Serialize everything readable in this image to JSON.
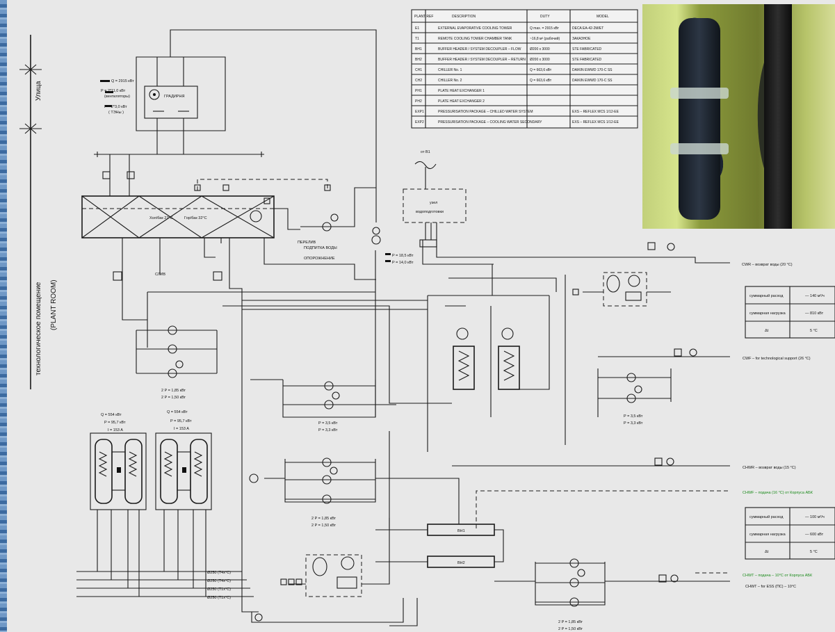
{
  "table": {
    "headers": [
      "PLANT REF",
      "DESCRIPTION",
      "DUTY",
      "MODEL"
    ],
    "rows": [
      [
        "E1",
        "EXTERNAL EVAPORATIVE COOLING TOWER",
        "Q max. = 2915 кВт",
        "DECA EA-42-2M/ET"
      ],
      [
        "T1",
        "REMOTE COOLING TOWER CHAMBER TANK",
        "~16,8 м³ (рабочий)",
        "ЗАКАЗНОЕ"
      ],
      [
        "BH1",
        "BUFFER HEADER / SYSTEM DECOUPLER – FLOW",
        "Ø200 x 3000",
        "STE FABRICATED"
      ],
      [
        "BH2",
        "BUFFER HEADER / SYSTEM DECOUPLER – RETURN",
        "Ø200 x 3000",
        "STE FABRICATED"
      ],
      [
        "CH1",
        "CHILLER No. 1",
        "Q = 663,6 кВт",
        "DAIKIN EWWD 170-C SS"
      ],
      [
        "CH2",
        "CHILLER No. 2",
        "Q = 663,6 кВт",
        "DAIKIN EWWD 170-C SS"
      ],
      [
        "PH1",
        "PLATE HEAT EXCHANGER 1",
        "",
        ""
      ],
      [
        "PH2",
        "PLATE HEAT EXCHANGER 2",
        "",
        ""
      ],
      [
        "EXP1",
        "PRESSURISATION PACKAGE – CHILLED WATER SYSTEM",
        "",
        "EXS – REFLEX MCS 1/12-EE"
      ],
      [
        "EXP2",
        "PRESSURISATION PACKAGE – COOLING WATER SECONDARY",
        "",
        "EXS – REFLEX MCS 1/12-EE"
      ]
    ]
  },
  "side_label": {
    "line1": "технологическое помещение",
    "line2": "(PLANT ROOM)"
  },
  "outdoor_label": "Улица",
  "tower": {
    "name": "ГРАДИРНЯ",
    "q": "Q = 2915 кВт",
    "p1": "P = 2*11,0 кВт",
    "p1b": "(вентиляторы)",
    "p2": "P = 2*3,0 кВт",
    "p2b": "( ТЭНы )"
  },
  "tank": {
    "left": "Хол/бак 27°C",
    "right": "Гор/бак 32°C",
    "overflow": "ПЕРЕЛИВ",
    "drain": "СЛИВ",
    "fill1": "ПОДПИТКА ВОДЫ",
    "fill2": "ОПОРОЖНЕНИЕ"
  },
  "make_up": {
    "ref": "от В1",
    "box1": "узел",
    "box2": "водоподготовки"
  },
  "pump_tower": {
    "p1": "P = 18,5 кВт",
    "p2": "P = 14,0 кВт"
  },
  "pump_group1": {
    "p1": "2 P = 1,85 кВт",
    "p2": "2 P = 1,50 кВт"
  },
  "pump_group2": {
    "p1": "P = 3,5 кВт",
    "p2": "P = 3,3 кВт"
  },
  "pump_group3": {
    "p1": "2 P = 1,85 кВт",
    "p2": "2 P = 1,50 кВт"
  },
  "pump_group4": {
    "p1": "P = 3,5 кВт",
    "p2": "P = 3,3 кВт"
  },
  "pump_group5": {
    "p1": "2 P = 1,85 кВт",
    "p2": "2 P = 1,50 кВт"
  },
  "chiller1": {
    "q": "Q = 554 кВт",
    "p": "P = 95,7 кВт",
    "i": "I = 153 A"
  },
  "chiller2": {
    "q": "Q = 554 кВт",
    "p": "P = 95,7 кВт",
    "i": "I = 153 A"
  },
  "outputs": {
    "cwr": "CWR – возврат воды (20 °C)",
    "cwf": "CWF – for technological support (26 °C)",
    "chwr": "CHWR – возврат воды (15 °C)",
    "chwf_green": "CHWF – подача (16 °C) от Корпуса АБК",
    "chwt_green": "CHWT – подача – 10°C от Корпуса АБК",
    "chwt": "CHWT – for ESS (ПС) – 10°C"
  },
  "legend1": {
    "r1a": "суммарный расход",
    "r1b": "— 140 м³/ч",
    "r2a": "суммарная нагрузка",
    "r2b": "— 810 кВт",
    "r3a": "Δt",
    "r3b": "5 °C"
  },
  "legend2": {
    "r1a": "суммарный расход",
    "r1b": "— 100 м³/ч",
    "r2a": "суммарная нагрузка",
    "r2b": "— 600 кВт",
    "r3a": "Δt",
    "r3b": "5 °C"
  },
  "headers_buffer": {
    "h1": "BH1",
    "h2": "BH2"
  },
  "supply_labels": [
    "Ø250 (Т4х°C)",
    "Ø250 (Т4х°C)",
    "Ø250 (Т1х°C)",
    "Ø250 (Т1х°C)"
  ]
}
